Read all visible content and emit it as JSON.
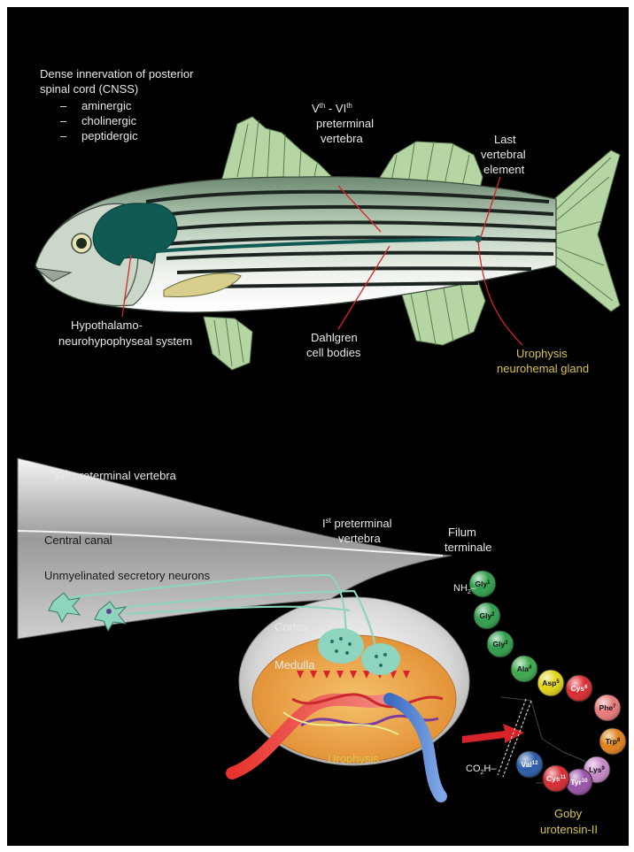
{
  "fish_panel": {
    "cnss_label": {
      "lines": [
        "Dense innervation of posterior",
        "spinal cord (CNSS)"
      ],
      "items": [
        "aminergic",
        "cholinergic",
        "peptidergic"
      ],
      "bullet": "–"
    },
    "vertebra_label": {
      "line1_main": "V",
      "line1_sup": "th",
      "line1_mid": " - VI",
      "line1_sup2": "th",
      "line2": "preterminal",
      "line3": "vertebra"
    },
    "last_vertebral": [
      "Last",
      "vertebral",
      "element"
    ],
    "hypothalamo": [
      "Hypothalamo-",
      "neurohypophyseal system"
    ],
    "dahlgren": [
      "Dahlgren",
      "cell bodies"
    ],
    "urophysis_gland": [
      "Urophysis",
      "neurohemal gland"
    ]
  },
  "urophysis_panel": {
    "vi_vertebra": {
      "main": "VI",
      "sup": "th",
      "rest": " preterminal vertebra"
    },
    "ii_vertebra": {
      "main": "I",
      "sup": "st",
      "rest": " preterminal",
      "line2": "vertebra"
    },
    "filum": [
      "Filum",
      "terminale"
    ],
    "central_canal": "Central canal",
    "unmyelinated": "Unmyelinated secretory neurons",
    "cortex": "Cortex",
    "medulla": "Medulla",
    "urophysis": "Urophysis"
  },
  "peptide": {
    "nh2": "NH",
    "nh2_sub": "2",
    "co2h": "CO",
    "co2h_sub": "2",
    "co2h_h": "H",
    "name": [
      "Goby",
      "urotensin-II"
    ],
    "residues": [
      {
        "name": "Gly",
        "num": "1",
        "color": "#2e9e4a"
      },
      {
        "name": "Gly",
        "num": "2",
        "color": "#2e9e4a"
      },
      {
        "name": "Gly",
        "num": "3",
        "color": "#2e9e4a"
      },
      {
        "name": "Ala",
        "num": "4",
        "color": "#3aa84a"
      },
      {
        "name": "Asp",
        "num": "5",
        "color": "#e0d418"
      },
      {
        "name": "Cys",
        "num": "6",
        "color": "#d8282e"
      },
      {
        "name": "Phe",
        "num": "7",
        "color": "#e87878"
      },
      {
        "name": "Trp",
        "num": "8",
        "color": "#e0801a"
      },
      {
        "name": "Lys",
        "num": "9",
        "color": "#c888c8"
      },
      {
        "name": "Tyr",
        "num": "10",
        "color": "#9a52a8"
      },
      {
        "name": "Cys",
        "num": "11",
        "color": "#d8282e"
      },
      {
        "name": "Val",
        "num": "12",
        "color": "#2a5aa8"
      }
    ]
  },
  "colors": {
    "background": "#000000",
    "neuro_teal": "#0f5a52",
    "neuron_light": "#8ed4bf",
    "arrow_red": "#d8232a",
    "label_yellow": "#d8c44a",
    "fin_green": "#b5d6a3",
    "urophysis_orange": "#e59a3e"
  }
}
